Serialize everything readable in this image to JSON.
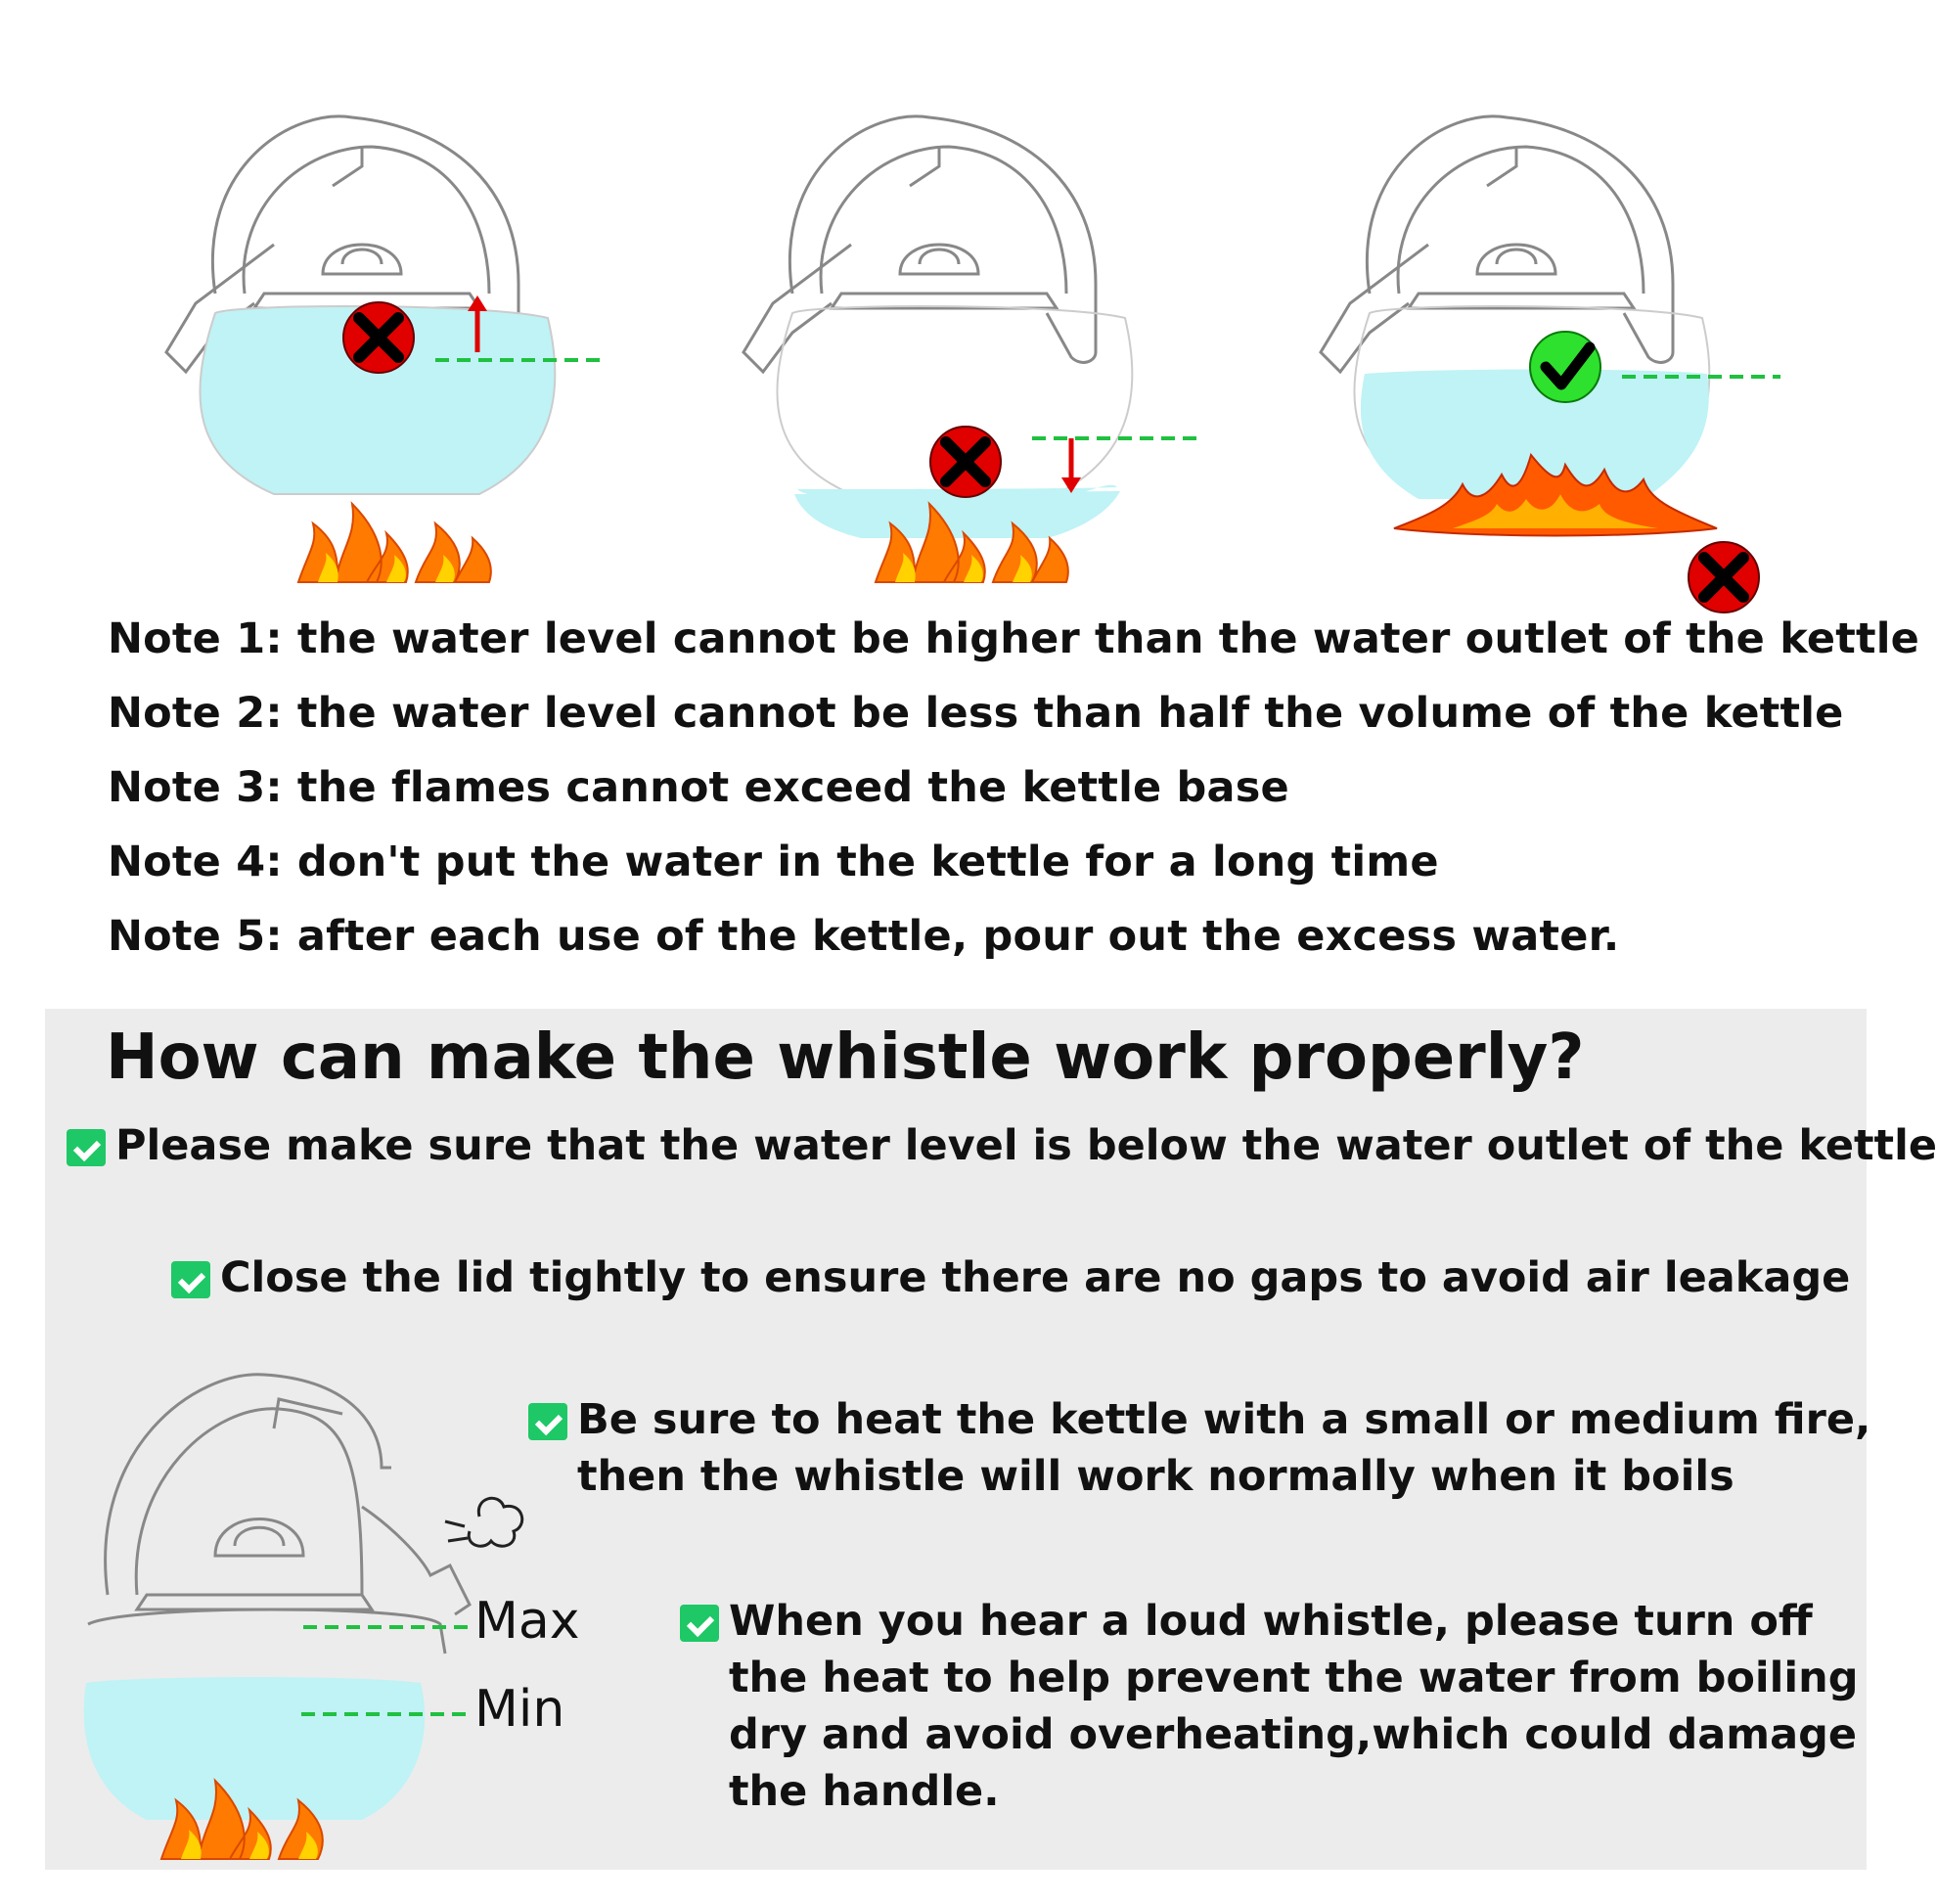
{
  "notes": [
    "Note 1: the water level cannot be higher than the water outlet of the kettle",
    "Note 2: the water level cannot be less than half the volume of the kettle",
    "Note 3: the flames cannot exceed the kettle base",
    "Note 4: don't put the water in the kettle for a long time",
    "Note 5: after each use of the kettle, pour out the excess water."
  ],
  "section": {
    "title": "How can make the whistle work properly?",
    "tips": [
      "Please make sure that the water level is below the water outlet of the kettle",
      "Close the lid tightly to ensure there are no gaps to avoid air leakage",
      "Be sure to heat the kettle with a small or medium fire, then the whistle will work normally when it boils",
      "When you hear a loud whistle, please turn off the heat to help prevent the water from boiling dry and avoid overheating,which could damage the handle."
    ]
  },
  "levels": {
    "max": "Max",
    "min": "Min"
  },
  "colors": {
    "water": "#bff3f6",
    "wrong": "#e00000",
    "right": "#2ee12e",
    "dash": "#20c040",
    "check": "#1ec866",
    "panel": "#ececec"
  },
  "icons": [
    "cross-icon",
    "check-icon",
    "arrow-up-icon",
    "arrow-down-icon",
    "flame-icon",
    "steam-icon"
  ]
}
